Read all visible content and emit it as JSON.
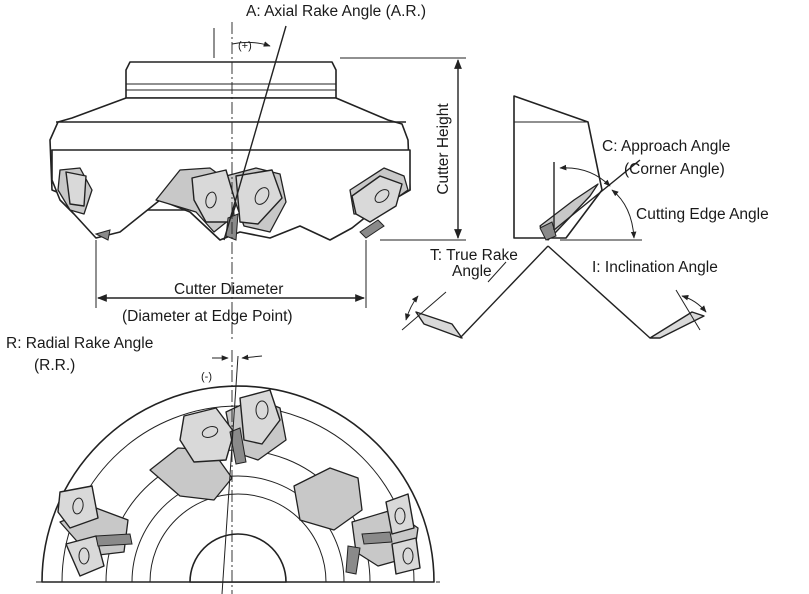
{
  "labels": {
    "axial_rake": "A: Axial Rake Angle (A.R.)",
    "plus": "(+)",
    "cutter_height": "Cutter Height",
    "approach_angle": "C: Approach Angle",
    "corner_angle": "(Corner Angle)",
    "cutting_edge_angle": "Cutting Edge Angle",
    "true_rake_1": "T: True Rake",
    "true_rake_2": "Angle",
    "inclination_angle": "I: Inclination Angle",
    "cutter_diameter": "Cutter Diameter",
    "diameter_at_edge": "(Diameter at Edge Point)",
    "radial_rake_1": "R: Radial Rake Angle",
    "radial_rake_2": "(R.R.)",
    "minus": "(-)"
  }
}
